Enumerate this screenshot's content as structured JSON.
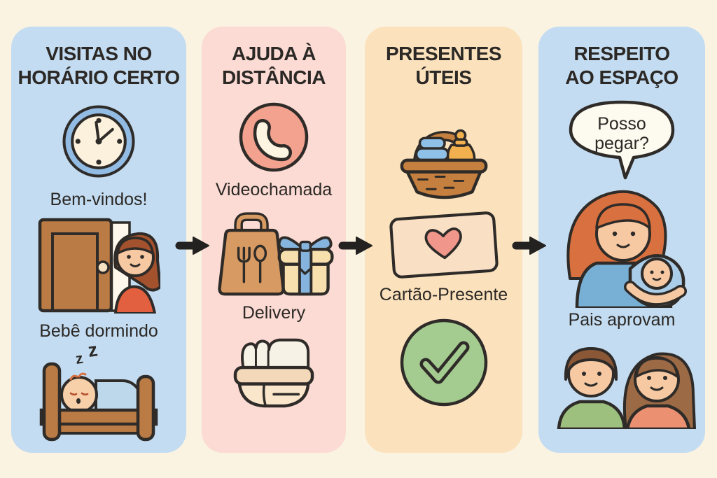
{
  "canvas": {
    "bg": "#FAF3E2"
  },
  "colors": {
    "outline": "#2E2B28",
    "text": "#2B2825",
    "blue_panel": "#C3DCF1",
    "pink_panel": "#FBDBD3",
    "orange_panel": "#FBE2BD",
    "arrow_black": "#242220",
    "clock_ring_blue": "#93BCE4",
    "clock_face_cream": "#FBF1DC",
    "phone_circle_salmon": "#F2A28F",
    "phone_handset_cream": "#FDF4E1",
    "wood_brown": "#BA7B44",
    "bag_tan": "#D79A62",
    "gift_cream": "#F8DFAE",
    "ribbon_blue": "#85B5DF",
    "basket_brown": "#C5803F",
    "check_green": "#A5CC90",
    "heart_salmon": "#F0968A",
    "card_peach": "#F9DFC4",
    "skin": "#F6C9A3",
    "hair_red": "#D9703F",
    "hair_auburn": "#A3522D",
    "hair_brown": "#8A5737",
    "hair_chestnut": "#9C6A45",
    "shirt_orange": "#E2603F",
    "shirt_blue": "#77AFD5",
    "baby_wrap_blue": "#A9CDE9",
    "blanket_blue": "#BDD8EA",
    "shirt_green": "#9DC07F",
    "shirt_coral": "#EB9171",
    "towel_white": "#F7F2E6",
    "towel_basket_cream": "#F9E6CB",
    "bubble_white": "#FDFAF0"
  },
  "col1": {
    "title1": "VISITAS NO",
    "title2": "HORÁRIO CERTO",
    "label_welcome": "Bem-vindos!",
    "label_sleeping": "Bebê dormindo",
    "z_small": "z",
    "z_big": "z"
  },
  "col2": {
    "title1": "AJUDA À",
    "title2": "DISTÂNCIA",
    "label_video": "Videochamada",
    "label_delivery": "Delivery"
  },
  "col3": {
    "title1": "PRESENTES",
    "title2": "ÚTEIS",
    "label_card": "Cartão-Presente"
  },
  "col4": {
    "title1": "RESPEITO",
    "title2": "AO ESPAÇO",
    "bubble_line1": "Posso",
    "bubble_line2": "pegar?",
    "label_approve": "Pais aprovam"
  }
}
